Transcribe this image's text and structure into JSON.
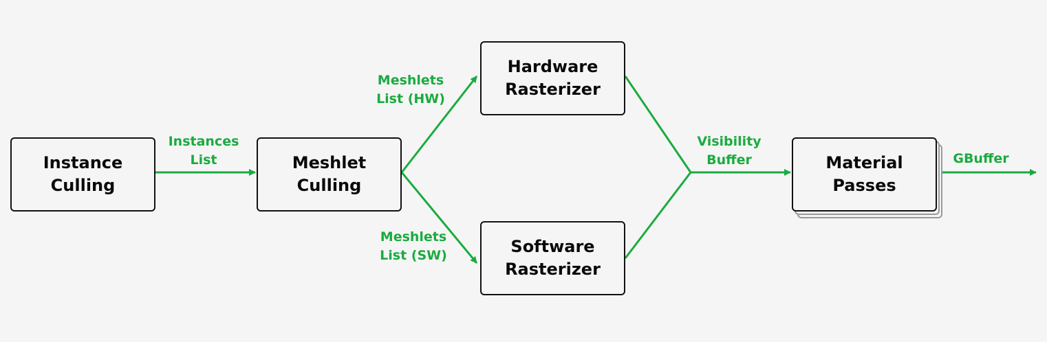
{
  "colors": {
    "background": "#f5f5f5",
    "edge": "#1aab40",
    "node_border": "#111111",
    "node_text": "#0a0a0a",
    "stack_border": "#999999"
  },
  "nodes": {
    "instance_culling": {
      "line1": "Instance",
      "line2": "Culling"
    },
    "meshlet_culling": {
      "line1": "Meshlet",
      "line2": "Culling"
    },
    "hardware_rasterizer": {
      "line1": "Hardware",
      "line2": "Rasterizer"
    },
    "software_rasterizer": {
      "line1": "Software",
      "line2": "Rasterizer"
    },
    "material_passes": {
      "line1": "Material",
      "line2": "Passes"
    }
  },
  "edges": {
    "instances_list": {
      "line1": "Instances",
      "line2": "List"
    },
    "meshlets_hw": {
      "line1": "Meshlets",
      "line2": "List (HW)"
    },
    "meshlets_sw": {
      "line1": "Meshlets",
      "line2": "List (SW)"
    },
    "visibility_buffer": {
      "line1": "Visibility",
      "line2": "Buffer"
    },
    "gbuffer": {
      "line1": "GBuffer"
    }
  }
}
